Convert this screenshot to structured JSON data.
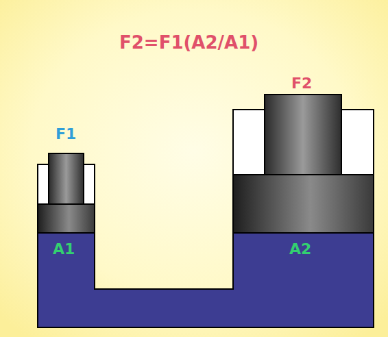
{
  "diagram": {
    "title": "F2=F1(A2/A1)",
    "labels": [
      "F1",
      "A1",
      "F2",
      "A2"
    ]
  }
}
